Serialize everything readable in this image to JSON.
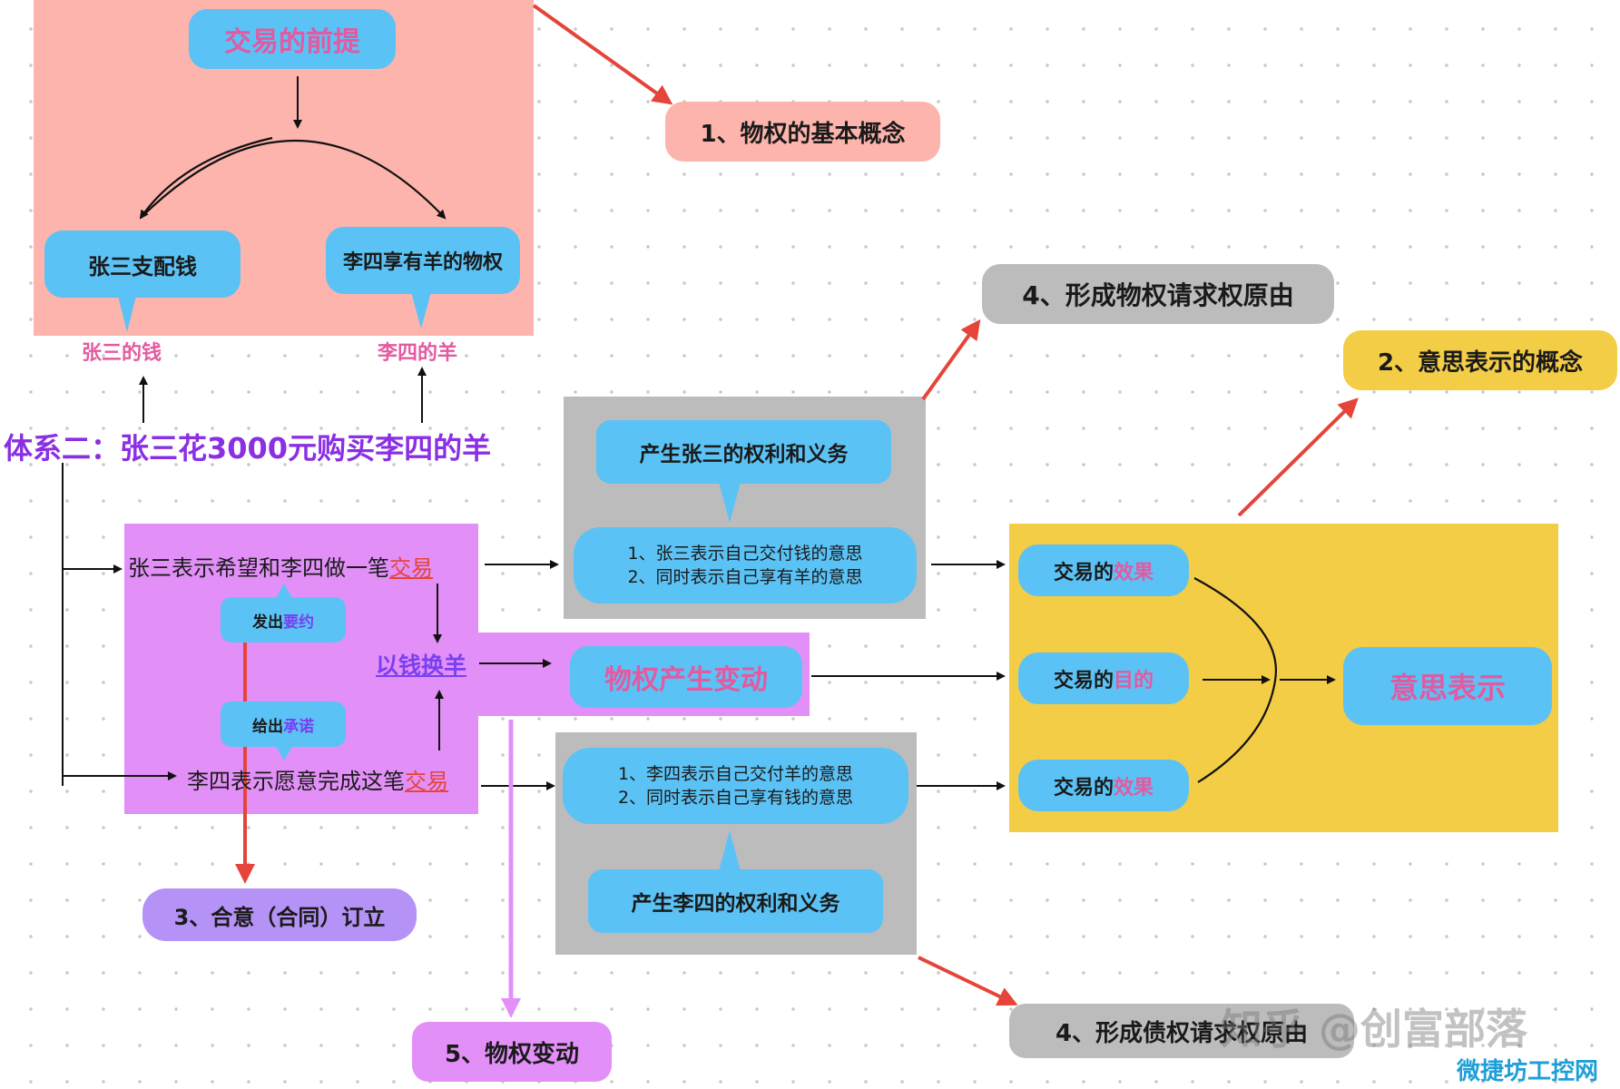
{
  "top": {
    "premise": "交易的前提",
    "zhang_controls_money": "张三支配钱",
    "li_owns_sheep_right": "李四享有羊的物权",
    "zhang_money": "张三的钱",
    "li_sheep": "李四的羊"
  },
  "system_title": "体系二：张三花3000元购买李四的羊",
  "labels": {
    "basic_concept": "1、物权的基本概念",
    "real_right_claim": "4、形成物权请求权原由",
    "intent_concept": "2、意思表示的概念",
    "contract": "3、合意（合同）订立",
    "real_right_change": "5、物权变动",
    "debt_claim": "4、形成债权请求权原由"
  },
  "purple": {
    "zhang_wish_prefix": "张三表示希望和李四做一笔",
    "zhang_wish_key": "交易",
    "offer_prefix": "发出",
    "offer_key": "要约",
    "exchange": "以钱换羊",
    "accept_prefix": "给出",
    "accept_key": "承诺",
    "li_wish_prefix": "李四表示愿意完成这笔",
    "li_wish_key": "交易"
  },
  "change_node": "物权产生变动",
  "gray_top": {
    "title": "产生张三的权利和义务",
    "line1": "1、张三表示自己交付钱的意思",
    "line2": "2、同时表示自己享有羊的意思"
  },
  "gray_bottom": {
    "title": "产生李四的权利和义务",
    "line1": "1、李四表示自己交付羊的意思",
    "line2": "2、同时表示自己享有钱的意思"
  },
  "yellow": {
    "prefix": "交易的",
    "effect": "效果",
    "purpose": "目的",
    "intent": "意思表示"
  },
  "watermark": {
    "text": "知乎 @创富部落",
    "site": "微捷坊工控网"
  },
  "colors": {
    "salmon": "#fdb4ad",
    "blue": "#5bc2f5",
    "violet_region": "#e290f7",
    "gray": "#bcbcbc",
    "yellow": "#f4cd46",
    "red_arrow": "#e5443a"
  }
}
